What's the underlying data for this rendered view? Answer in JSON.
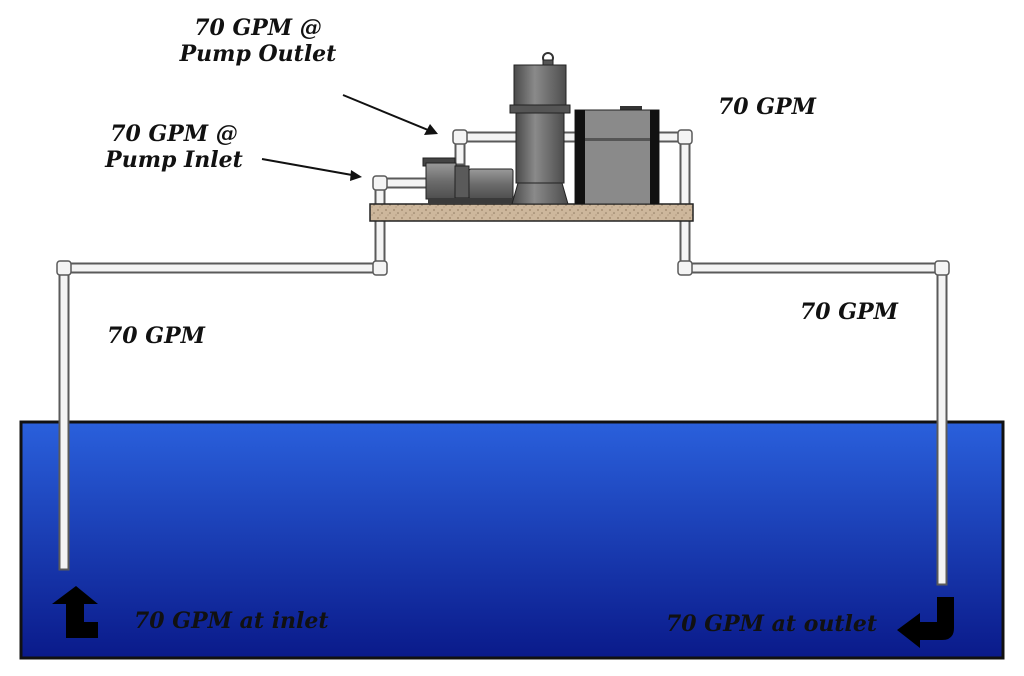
{
  "labels": {
    "pump_outlet": {
      "line1": "70 GPM @",
      "line2": "Pump Outlet"
    },
    "pump_inlet": {
      "line1": "70 GPM @",
      "line2": "Pump Inlet"
    },
    "top_right_flow": "70 GPM",
    "left_flow": "70 GPM",
    "right_flow": "70 GPM",
    "inlet_flow": "70 GPM at inlet",
    "outlet_flow": "70 GPM at outlet"
  },
  "colors": {
    "water_top": "#2a60dc",
    "water_bottom": "#0a1a8a",
    "pipe": "#f4f4f4",
    "pipe_outline": "#555555",
    "pump_body": "#6b6b6b",
    "platform": "#c9b49a",
    "arrow": "#000000"
  },
  "icons": {
    "inlet_arrow": "curved-up-arrow",
    "outlet_arrow": "curved-down-left-arrow"
  }
}
